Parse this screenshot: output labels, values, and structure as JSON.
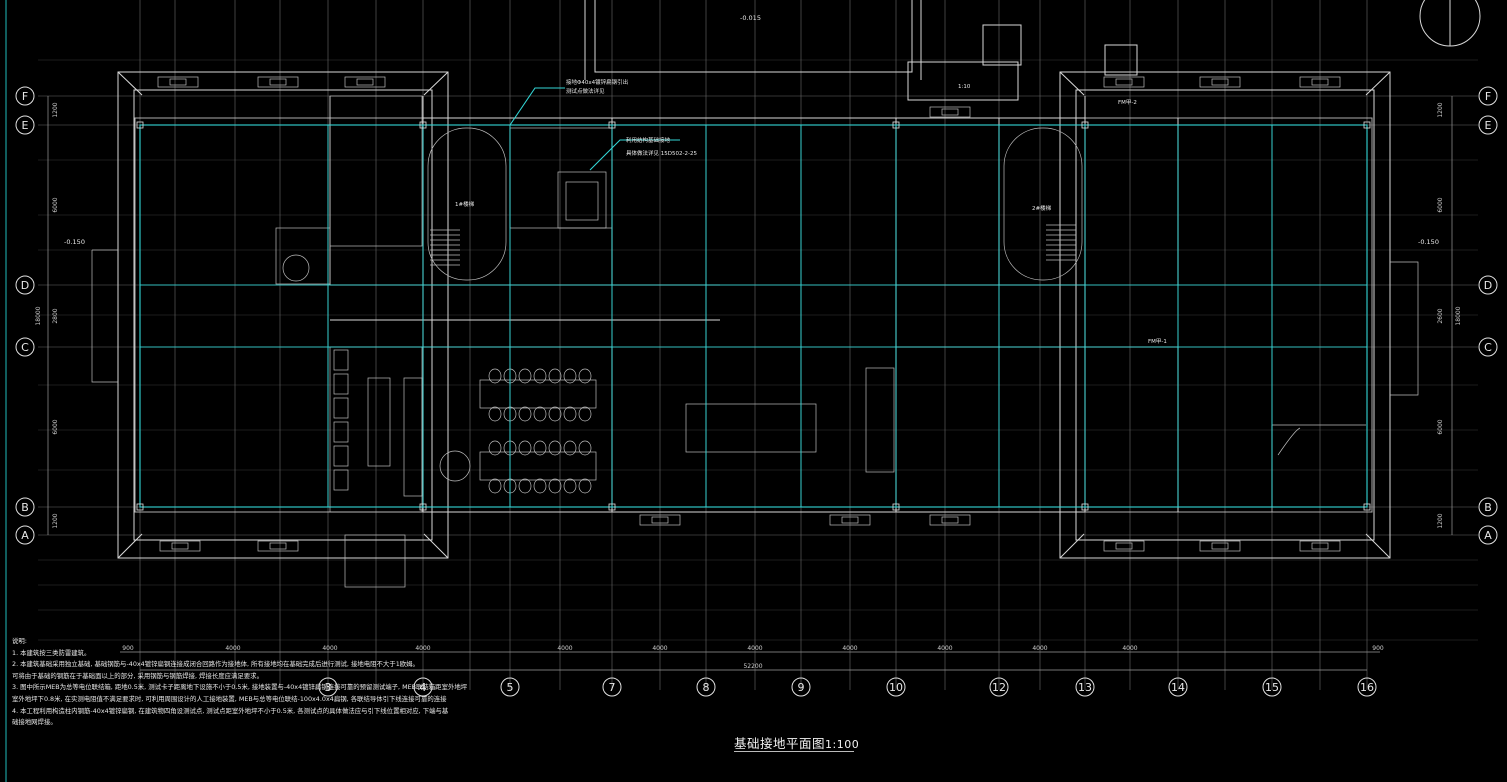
{
  "drawing": {
    "title": "基础接地平面图",
    "scale": "1:100"
  },
  "axes": {
    "rows": [
      "F",
      "E",
      "D",
      "C",
      "B",
      "A"
    ],
    "columns": [
      "3",
      "4",
      "5",
      "7",
      "8",
      "9",
      "10",
      "12",
      "13",
      "14",
      "15",
      "16"
    ],
    "bottom_dims": [
      "900",
      "4000",
      "4000",
      "4000",
      "4000",
      "4000",
      "4000",
      "4000",
      "4000",
      "4000",
      "4000",
      "900"
    ],
    "total": "52200",
    "left_dims": [
      "1200",
      "6000",
      "2800",
      "6000",
      "1200"
    ],
    "left_total": "18000",
    "right_dims": [
      "1200",
      "6000",
      "2600",
      "6000",
      "1200"
    ],
    "right_total": "18000"
  },
  "levels": {
    "top_center": "-0.015",
    "left": "-0.150",
    "right": "-0.150"
  },
  "annotations": {
    "callout_top": "接地Φ40x4镀锌扁钢引出",
    "callout_top2": "测试点做法详见",
    "callout_mid": "利用结构基础接地",
    "callout_mid2": "具体做法详见 15D502-2-25",
    "stair_left": "1#楼梯",
    "stair_right": "2#楼梯",
    "door_mark1": "FM甲-2",
    "door_mark2": "FM甲-1",
    "ramp": "1:10"
  },
  "notes": [
    "说明:",
    "1. 本建筑按三类防雷建筑。",
    "2. 本建筑基础采用独立基础, 基础钢筋与-40x4镀锌扁钢连接成闭合回路作为接地体, 所有接地均在基础完成后进行测试, 接地电阻不大于1欧姆。",
    "   可将由于基础的钢筋在于基础面以上的部分, 采用钢筋与钢筋焊接, 焊接长度应满足要求。",
    "3. 图中所示MEB为总等电位联结箱, 距地0.5米, 测试卡子距离地下设施不小于0.5米, 接地装置与-40x4镀锌扁钢连接可靠的预留测试端子, MEB联结箱距室外地坪",
    "   室外地坪下0.8米, 在实测电阻值不满足要求时, 可利用周围设计的人工接地装置, MEB与总等电位联结-100x4.0x4扁钢, 各联结导体引下线连接可靠的连接",
    "4. 本工程利用构造柱内钢筋-40x4镀锌扁钢, 在建筑物四角设测试点, 测试点距室外地坪不小于0.5米, 各测试点的具体做法应与引下线位置相对应, 下端与基",
    "   础接地网焊接。"
  ]
}
